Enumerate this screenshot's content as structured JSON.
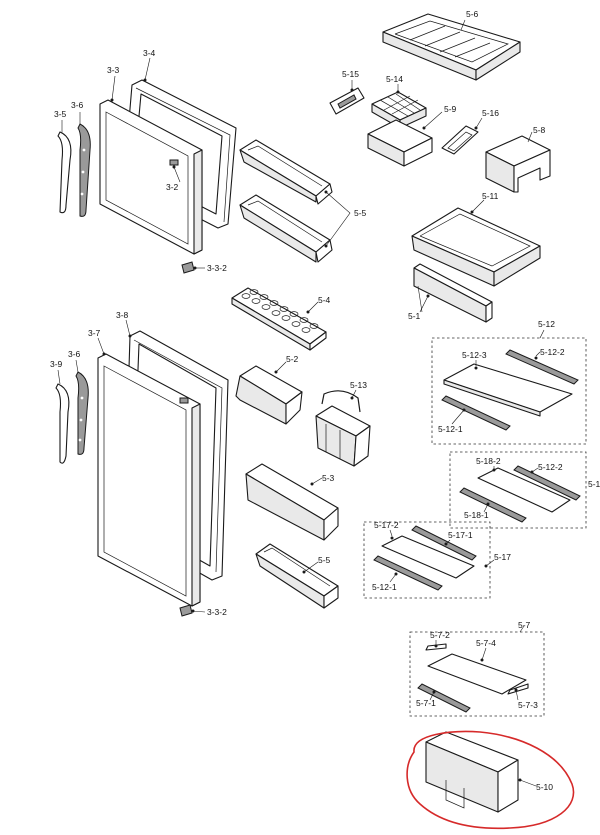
{
  "callouts": {
    "c_5_6": "5-6",
    "c_3_4": "3-4",
    "c_3_3": "3-3",
    "c_5_15": "5-15",
    "c_5_14": "5-14",
    "c_3_5a": "3-5",
    "c_3_6a": "3-6",
    "c_5_9": "5-9",
    "c_5_16": "5-16",
    "c_5_8": "5-8",
    "c_3_2": "3-2",
    "c_5_11": "5-11",
    "c_5_5a": "5-5",
    "c_3_3_2a": "3-3-2",
    "c_5_4": "5-4",
    "c_5_1": "5-1",
    "c_3_8": "3-8",
    "c_5_12": "5-12",
    "c_3_7": "3-7",
    "c_5_12_3": "5-12-3",
    "c_5_12_2a": "5-12-2",
    "c_3_6b": "3-6",
    "c_5_2": "5-2",
    "c_3_9": "3-9",
    "c_5_13": "5-13",
    "c_5_12_1a": "5-12-1",
    "c_5_18_2": "5-18-2",
    "c_5_12_2b": "5-12-2",
    "c_5_18_edge": "5-1",
    "c_5_3": "5-3",
    "c_5_18_1": "5-18-1",
    "c_5_17_2": "5-17-2",
    "c_5_17_1": "5-17-1",
    "c_5_17": "5-17",
    "c_5_12_1b": "5-12-1",
    "c_5_5b": "5-5",
    "c_3_3_2b": "3-3-2",
    "c_5_7": "5-7",
    "c_5_7_2": "5-7-2",
    "c_5_7_4": "5-7-4",
    "c_5_7_1": "5-7-1",
    "c_5_7_3": "5-7-3",
    "c_5_10": "5-10"
  },
  "colors": {
    "line": "#1a1a1a",
    "highlight": "#d62a2a",
    "handle": "#9a9a9a"
  }
}
